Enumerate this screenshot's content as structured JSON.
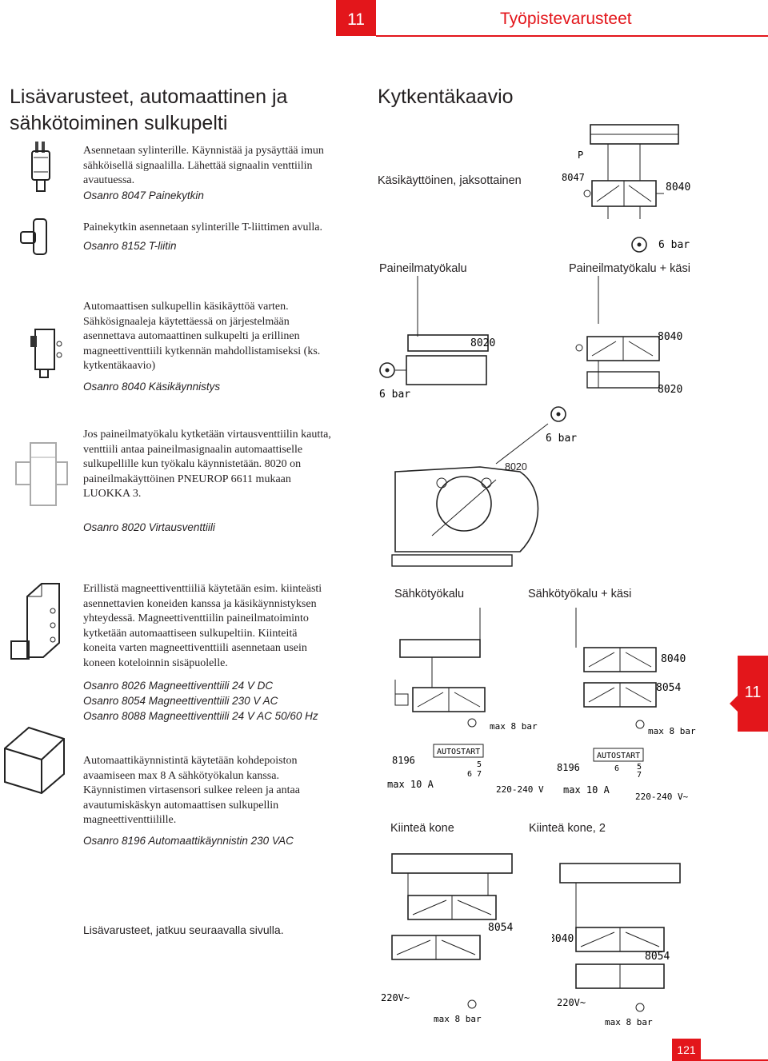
{
  "header": {
    "chapter_number": "11",
    "chapter_title": "Työpistevarusteet"
  },
  "left": {
    "heading_line1": "Lisävarusteet, automaattinen ja",
    "heading_line2": "sähkötoiminen sulkupelti",
    "p1": [
      "Asennetaan sylinterille. Käynnistää ja pysäyttää imun",
      "sähköisellä signaalilla. Lähettää signaalin venttiilin",
      "avautuessa."
    ],
    "p1_code": "Osanro 8047  Painekytkin",
    "p2": "Painekytkin asennetaan sylinterille T-liittimen avulla.",
    "p2_code": "Osanro 8152  T-liitin",
    "p3": [
      "Automaattisen sulkupellin käsikäyttöä varten.",
      "Sähkösignaaleja käytettäessä on järjestelmään",
      "asennettava automaattinen sulkupelti ja erillinen",
      "magneettiventtiili kytkennän mahdollistamiseksi (ks.",
      "kytkentäkaavio)"
    ],
    "p3_code": "Osanro 8040  Käsikäynnistys",
    "p4": [
      "Jos paineilmatyökalu kytketään virtausventtiilin kautta,",
      "venttiili antaa paineilmasignaalin automaattiselle",
      "sulkupellille kun työkalu käynnistetään. 8020 on",
      "paineilmakäyttöinen PNEUROP 6611 mukaan",
      "LUOKKA 3."
    ],
    "p4_code": "Osanro 8020  Virtausventtiili",
    "p5": [
      "Erillistä magneettiventtiiliä käytetään esim. kiinteästi",
      "asennettavien koneiden kanssa ja käsikäynnistyksen",
      "yhteydessä. Magneettiventtiilin paineilmatoiminto",
      "kytketään automaattiseen sulkupeltiin. Kiinteitä",
      "koneita varten magneettiventtiili asennetaan usein",
      "koneen koteloinnin sisäpuolelle."
    ],
    "p5_codes": [
      "Osanro 8026  Magneettiventtiili 24 V DC",
      "Osanro 8054  Magneettiventtiili 230 V AC",
      "Osanro 8088  Magneettiventtiili 24 V AC 50/60 Hz"
    ],
    "p6": [
      "Automaattikäynnistintä käytetään kohdepoiston",
      "avaamiseen max 8 A sähkötyökalun kanssa.",
      "Käynnistimen virtasensori sulkee releen ja antaa",
      "avautumiskäskyn automaattisen sulkupellin",
      "magneettiventtiilille."
    ],
    "p6_code": "Osanro 8196 Automaattikäynnistin 230 VAC",
    "footer_note": "Lisävarusteet, jatkuu seuraavalla sivulla."
  },
  "right": {
    "heading": "Kytkentäkaavio",
    "manual_label": "Käsikäyttöinen, jaksottainen",
    "label_8020_callout": "8020",
    "labels": {
      "pneumatic_tool": "Paineilmatyökalu",
      "pneumatic_tool_hand": "Paineilmatyökalu + käsi",
      "electric_tool": "Sähkötyökalu",
      "electric_tool_hand": "Sähkötyökalu + käsi",
      "fixed_machine": "Kiinteä kone",
      "fixed_machine_2": "Kiinteä kone, 2"
    },
    "diagram_text": {
      "p": "P",
      "n8047": "8047",
      "n8040": "8040",
      "n8020": "8020",
      "n8054": "8054",
      "n8196": "8196",
      "bar6": "6 bar",
      "max8": "max 8 bar",
      "max10": "max 10 A",
      "autostart": "AUTOSTART",
      "v220": "220-240 V~",
      "v220b": "220V~",
      "t5": "5",
      "t6": "6",
      "t7": "7"
    }
  },
  "side_tab": "11",
  "page_number": "121",
  "colors": {
    "accent": "#e3161b",
    "text": "#231f20"
  }
}
